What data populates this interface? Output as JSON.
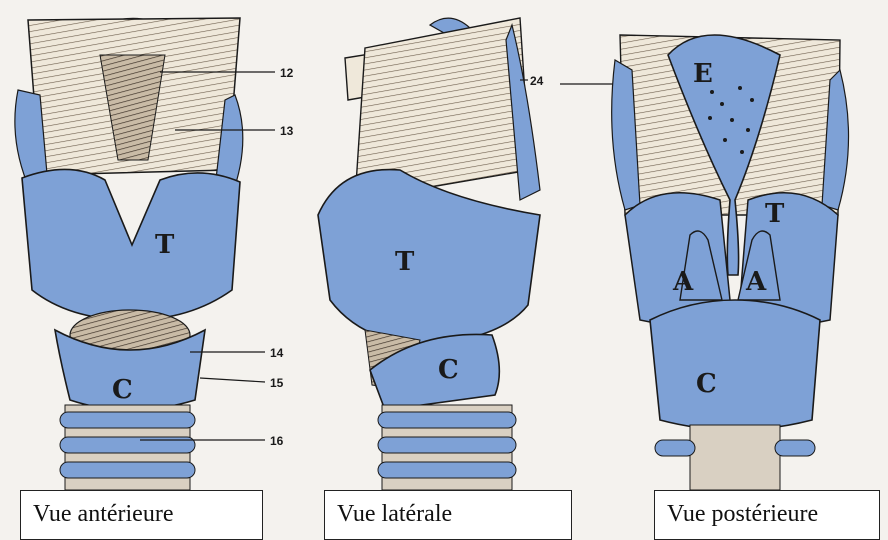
{
  "colors": {
    "cartilage": "#7ea1d6",
    "cartilage_dark": "#5f83bd",
    "bone": "#efe8da",
    "ink": "#1a1a1a",
    "background": "#f4f2ee"
  },
  "views": [
    {
      "caption": "Vue antérieure",
      "labels": {
        "T": "T",
        "C": "C"
      }
    },
    {
      "caption": "Vue latérale",
      "labels": {
        "T": "T",
        "C": "C"
      }
    },
    {
      "caption": "Vue postérieure",
      "labels": {
        "E": "E",
        "T": "T",
        "A_left": "A",
        "A_right": "A",
        "C": "C"
      }
    }
  ],
  "callouts": {
    "n12": "12",
    "n13": "13",
    "n14": "14",
    "n15": "15",
    "n16": "16",
    "n24": "24"
  }
}
